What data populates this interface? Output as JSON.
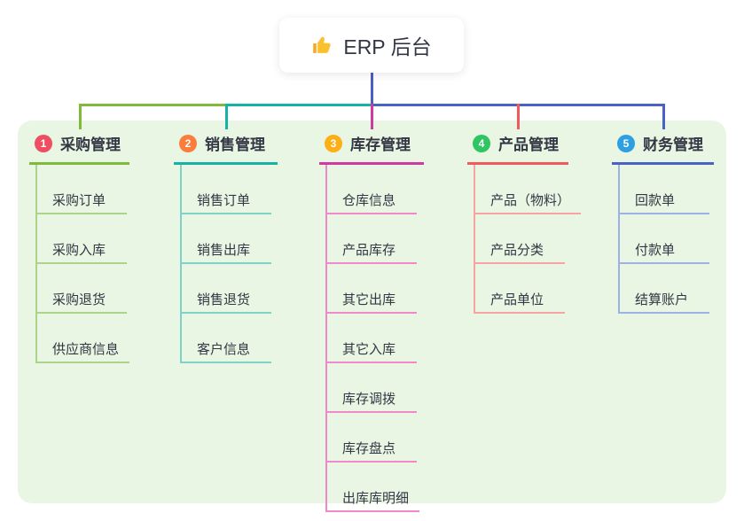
{
  "canvas": {
    "background_color": "#e9f6e3"
  },
  "root": {
    "icon": "thumbs-up-icon",
    "title": "ERP 后台",
    "connector_color": "#4a5fc6"
  },
  "branches": [
    {
      "index": "1",
      "label": "采购管理",
      "badge_color": "#ee4e62",
      "line_color": "#7fba3d",
      "child_line_color": "#abd488",
      "children": [
        "采购订单",
        "采购入库",
        "采购退货",
        "供应商信息"
      ]
    },
    {
      "index": "2",
      "label": "销售管理",
      "badge_color": "#fa7d3c",
      "line_color": "#14b3a5",
      "child_line_color": "#7fd2c8",
      "children": [
        "销售订单",
        "销售出库",
        "销售退货",
        "客户信息"
      ]
    },
    {
      "index": "3",
      "label": "库存管理",
      "badge_color": "#fcaf17",
      "line_color": "#ce3a9f",
      "child_line_color": "#f088ca",
      "children": [
        "仓库信息",
        "产品库存",
        "其它出库",
        "其它入库",
        "库存调拨",
        "库存盘点",
        "出库库明细"
      ]
    },
    {
      "index": "4",
      "label": "产品管理",
      "badge_color": "#2ec562",
      "line_color": "#ef5a5c",
      "child_line_color": "#f6a4a4",
      "children": [
        "产品（物料）",
        "产品分类",
        "产品单位"
      ]
    },
    {
      "index": "5",
      "label": "财务管理",
      "badge_color": "#2e9fe0",
      "line_color": "#4a62c5",
      "child_line_color": "#9db2e2",
      "children": [
        "回款单",
        "付款单",
        "结算账户"
      ]
    }
  ]
}
